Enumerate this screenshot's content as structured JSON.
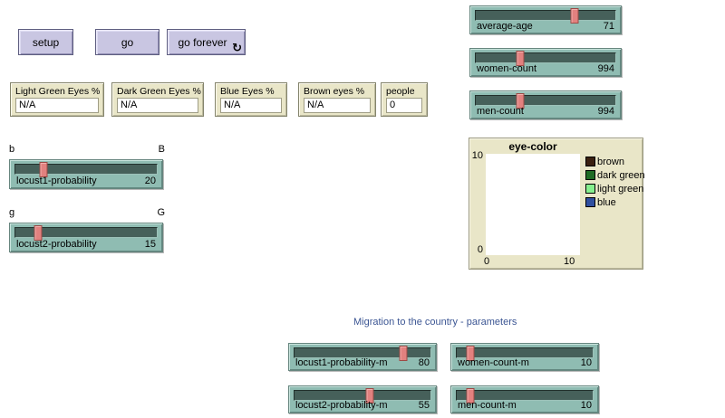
{
  "buttons": {
    "setup": "setup",
    "go": "go",
    "go_forever": "go forever",
    "go_forever_icon": "↻"
  },
  "monitors": [
    {
      "title": "Light Green Eyes %",
      "value": "N/A"
    },
    {
      "title": "Dark Green Eyes %",
      "value": "N/A"
    },
    {
      "title": "Blue Eyes %",
      "value": "N/A"
    },
    {
      "title": "Brown eyes %",
      "value": "N/A"
    },
    {
      "title": "people",
      "value": "0"
    }
  ],
  "notes": {
    "slider1_min": "b",
    "slider1_max": "B",
    "slider2_min": "g",
    "slider2_max": "G",
    "migration_header": "Migration to the country - parameters"
  },
  "sliders": [
    {
      "label": "locust1-probability",
      "value": "20",
      "percent": 20
    },
    {
      "label": "locust2-probability",
      "value": "15",
      "percent": 16
    },
    {
      "label": "average-age",
      "value": "71",
      "percent": 71
    },
    {
      "label": "women-count",
      "value": "994",
      "percent": 32
    },
    {
      "label": "men-count",
      "value": "994",
      "percent": 32
    },
    {
      "label": "locust1-probability-m",
      "value": "80",
      "percent": 80
    },
    {
      "label": "women-count-m",
      "value": "10",
      "percent": 10
    },
    {
      "label": "locust2-probability-m",
      "value": "55",
      "percent": 55
    },
    {
      "label": "men-count-m",
      "value": "10",
      "percent": 10
    }
  ],
  "plot": {
    "title": "eye-color",
    "y_axis": {
      "max": "10",
      "min": "0"
    },
    "x_axis": {
      "min": "0",
      "max": "10"
    },
    "legend": [
      {
        "label": "brown",
        "color": "#3a2010"
      },
      {
        "label": "dark green",
        "color": "#1e6b24"
      },
      {
        "label": "light green",
        "color": "#86ef8e"
      },
      {
        "label": "blue",
        "color": "#2f4f9f"
      }
    ],
    "series": []
  },
  "colors": {
    "button_bg": "#c9c6e2",
    "slider_bg": "#8fbcb2",
    "slider_track": "#46605a",
    "slider_handle": "#e2817f",
    "monitor_bg": "#e9e6c8",
    "note_text": "#3b5593"
  }
}
